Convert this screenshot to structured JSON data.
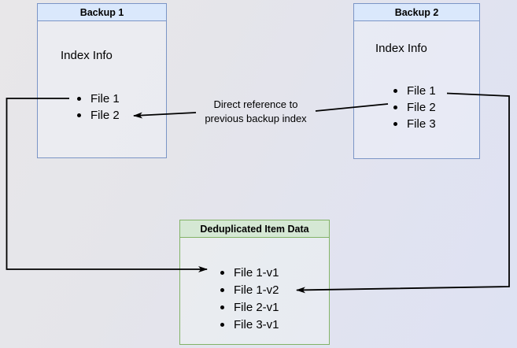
{
  "diagram": {
    "type": "backup-deduplication-diagram",
    "boxes": {
      "backup1": {
        "title": "Backup 1",
        "subtitle": "Index Info",
        "items": [
          "File 1",
          "File 2"
        ]
      },
      "backup2": {
        "title": "Backup 2",
        "subtitle": "Index Info",
        "items": [
          "File 1",
          "File 2",
          "File 3"
        ]
      },
      "dedup": {
        "title": "Deduplicated Item Data",
        "items": [
          "File 1-v1",
          "File 1-v2",
          "File 2-v1",
          "File 3-v1"
        ]
      }
    },
    "annotations": {
      "direct_reference": {
        "line1": "Direct reference to",
        "line2": "previous backup index"
      }
    },
    "connectors": [
      {
        "from": "backup2.File 2",
        "to": "backup1.File 2",
        "label": "Direct reference to previous backup index"
      },
      {
        "from": "backup1.File 1",
        "to": "dedup.File 1-v1",
        "label": ""
      },
      {
        "from": "backup2.File 1",
        "to": "dedup.File 1-v2",
        "label": ""
      }
    ],
    "colors": {
      "blue_header_fill": "#dae8fc",
      "blue_border": "#7b95c6",
      "green_header_fill": "#d5e8d4",
      "green_border": "#82b366",
      "connector": "#000000",
      "background_left": "#e8e7e9",
      "background_right": "#dee2f3"
    }
  }
}
